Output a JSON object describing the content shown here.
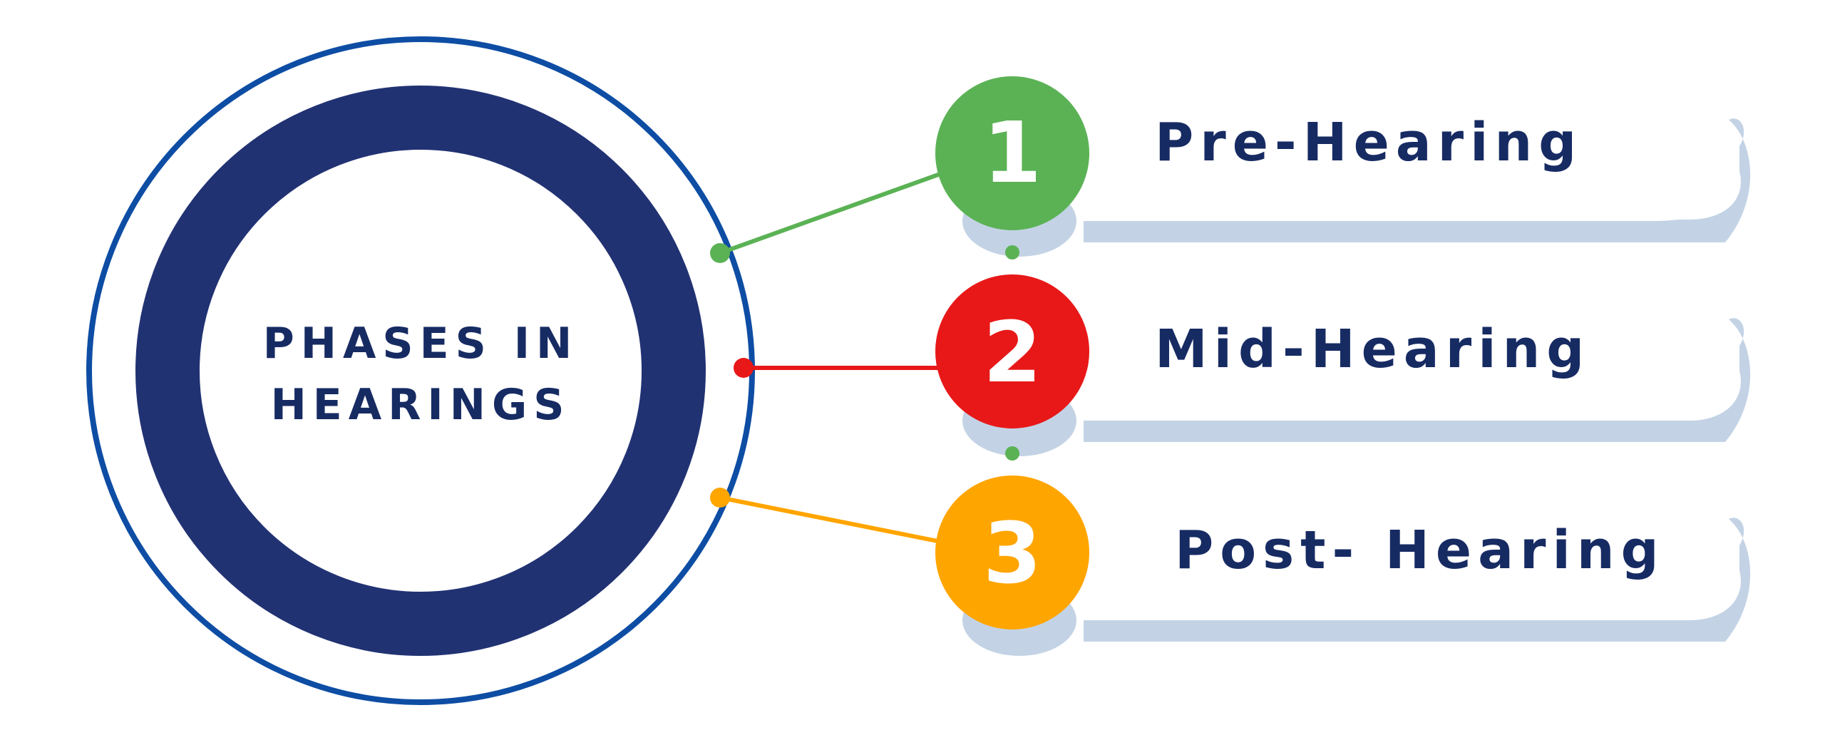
{
  "center": {
    "title_line1": "PHASES IN",
    "title_line2": "HEARINGS"
  },
  "phases": [
    {
      "number": "1",
      "label": "Pre-Hearing",
      "color": "#5BB255"
    },
    {
      "number": "2",
      "label": "Mid-Hearing",
      "color": "#E81818"
    },
    {
      "number": "3",
      "label": "Post- Hearing",
      "color": "#FFA500"
    }
  ],
  "colors": {
    "ring_dark": "#213273",
    "ring_outline": "#0E4DA4",
    "label_text": "#172B63",
    "card_shadow": "#C3D3E5",
    "card_face": "#FFFFFF",
    "connector_dot": "#5BB255"
  }
}
